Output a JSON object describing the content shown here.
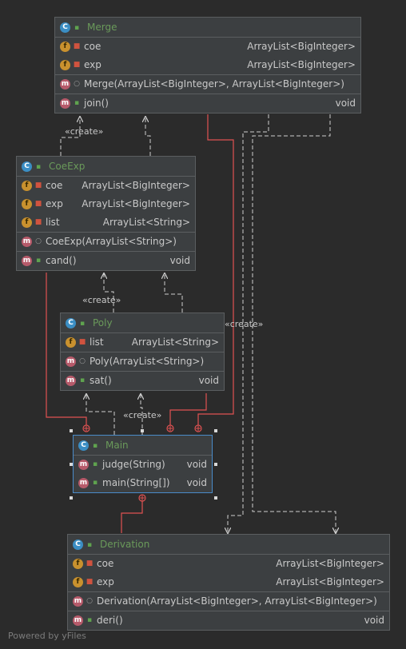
{
  "classes": {
    "merge": {
      "name": "Merge",
      "fields": [
        {
          "name": "coe",
          "type": "ArrayList<BigInteger>"
        },
        {
          "name": "exp",
          "type": "ArrayList<BigInteger>"
        }
      ],
      "constructors": [
        {
          "name": "Merge(ArrayList<BigInteger>, ArrayList<BigInteger>)",
          "type": ""
        }
      ],
      "methods": [
        {
          "name": "join()",
          "type": "void"
        }
      ]
    },
    "coeexp": {
      "name": "CoeExp",
      "fields": [
        {
          "name": "coe",
          "type": "ArrayList<BigInteger>"
        },
        {
          "name": "exp",
          "type": "ArrayList<BigInteger>"
        },
        {
          "name": "list",
          "type": "ArrayList<String>"
        }
      ],
      "constructors": [
        {
          "name": "CoeExp(ArrayList<String>)",
          "type": ""
        }
      ],
      "methods": [
        {
          "name": "cand()",
          "type": "void"
        }
      ]
    },
    "poly": {
      "name": "Poly",
      "fields": [
        {
          "name": "list",
          "type": "ArrayList<String>"
        }
      ],
      "constructors": [
        {
          "name": "Poly(ArrayList<String>)",
          "type": ""
        }
      ],
      "methods": [
        {
          "name": "sat()",
          "type": "void"
        }
      ]
    },
    "main": {
      "name": "Main",
      "methods": [
        {
          "name": "judge(String)",
          "type": "void"
        },
        {
          "name": "main(String[])",
          "type": "void"
        }
      ]
    },
    "derivation": {
      "name": "Derivation",
      "fields": [
        {
          "name": "coe",
          "type": "ArrayList<BigInteger>"
        },
        {
          "name": "exp",
          "type": "ArrayList<BigInteger>"
        }
      ],
      "constructors": [
        {
          "name": "Derivation(ArrayList<BigInteger>, ArrayList<BigInteger>)",
          "type": ""
        }
      ],
      "methods": [
        {
          "name": "deri()",
          "type": "void"
        }
      ]
    }
  },
  "labels": {
    "create_merge": "«create»",
    "create_coeexp": "«create»",
    "create_poly": "«create»",
    "create_right": "«create»"
  },
  "icons": {
    "class": "C",
    "field": "f",
    "method": "m"
  },
  "colors": {
    "background": "#2b2b2b",
    "class_fill": "#3c3f41",
    "class_name": "#6a9a5a",
    "composition_line": "#e05252",
    "dependency_line": "#cfcfcf",
    "selection": "#4a8bc9"
  },
  "watermark": "Powered by yFiles"
}
